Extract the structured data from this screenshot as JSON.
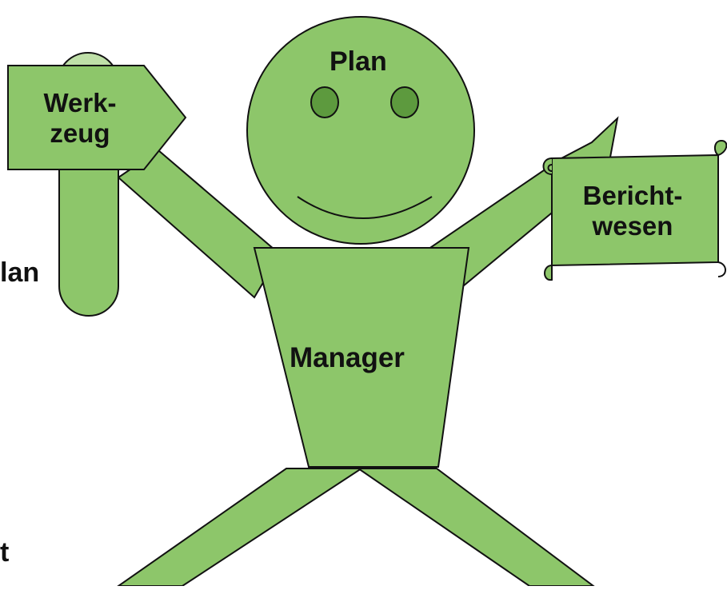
{
  "colors": {
    "fill": "#8dc66a",
    "fill_light": "#bfe0a8",
    "eyes": "#5d9a3e",
    "stroke": "#111111",
    "text": "#111111"
  },
  "figure": {
    "head_label": "Plan",
    "body_label": "Manager",
    "left_sign": {
      "line1": "Werk-",
      "line2": "zeug"
    },
    "right_scroll": {
      "line1": "Bericht-",
      "line2": "wesen"
    }
  },
  "left_margin_fragments": [
    "lan",
    "t"
  ]
}
